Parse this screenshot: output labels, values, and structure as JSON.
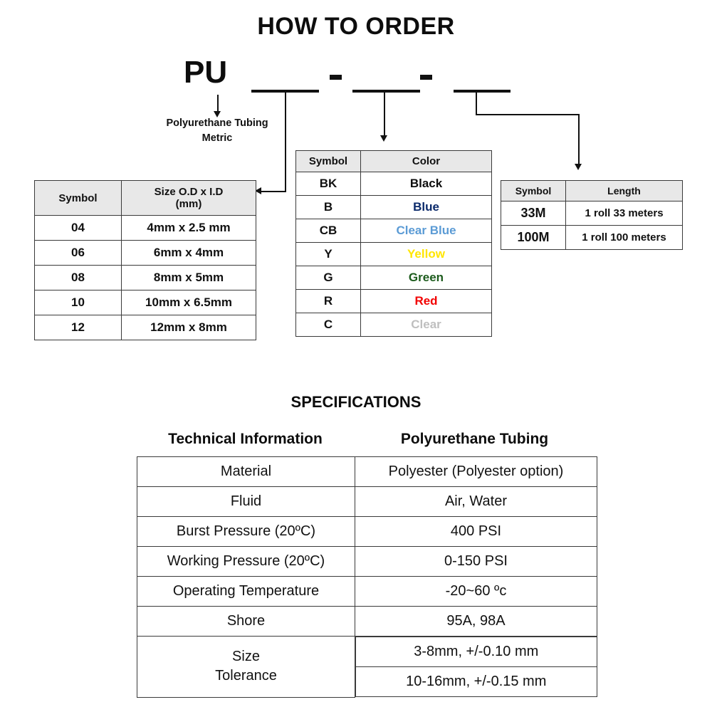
{
  "title": "HOW TO ORDER",
  "part_number": {
    "prefix": "PU",
    "separator": "-",
    "caption_line1": "Polyurethane Tubing",
    "caption_line2": "Metric"
  },
  "size_table": {
    "headers": [
      "Symbol",
      "Size O.D x I.D\n(mm)"
    ],
    "header_col1": "Symbol",
    "header_col2_line1": "Size O.D x I.D",
    "header_col2_line2": "(mm)",
    "rows": [
      {
        "symbol": "04",
        "size": "4mm x 2.5 mm"
      },
      {
        "symbol": "06",
        "size": "6mm x 4mm"
      },
      {
        "symbol": "08",
        "size": "8mm x 5mm"
      },
      {
        "symbol": "10",
        "size": "10mm x 6.5mm"
      },
      {
        "symbol": "12",
        "size": "12mm x 8mm"
      }
    ]
  },
  "color_table": {
    "header_col1": "Symbol",
    "header_col2": "Color",
    "rows": [
      {
        "symbol": "BK",
        "color": "Black",
        "hex": "#0d0d0d"
      },
      {
        "symbol": "B",
        "color": "Blue",
        "hex": "#0b2a6b"
      },
      {
        "symbol": "CB",
        "color": "Clear Blue",
        "hex": "#5b9bd5"
      },
      {
        "symbol": "Y",
        "color": "Yellow",
        "hex": "#ffe600"
      },
      {
        "symbol": "G",
        "color": "Green",
        "hex": "#1d5c1d"
      },
      {
        "symbol": "R",
        "color": "Red",
        "hex": "#f20000"
      },
      {
        "symbol": "C",
        "color": "Clear",
        "hex": "#bfbfbf"
      }
    ]
  },
  "length_table": {
    "header_col1": "Symbol",
    "header_col2": "Length",
    "rows": [
      {
        "symbol": "33M",
        "length": "1 roll 33 meters"
      },
      {
        "symbol": "100M",
        "length": "1 roll 100 meters"
      }
    ]
  },
  "specifications": {
    "title": "SPECIFICATIONS",
    "header_col1": "Technical Information",
    "header_col2": "Polyurethane Tubing",
    "rows": [
      {
        "label": "Material",
        "value": "Polyester (Polyester option)"
      },
      {
        "label": "Fluid",
        "value": "Air, Water"
      },
      {
        "label": "Burst Pressure (20ºC)",
        "value": "400 PSI"
      },
      {
        "label": "Working Pressure (20ºC)",
        "value": "0-150 PSI"
      },
      {
        "label": "Operating Temperature",
        "value": "-20~60 ºc"
      },
      {
        "label": "Shore",
        "value": "95A, 98A"
      }
    ],
    "tolerance_row": {
      "label_line1": "Size",
      "label_line2": "Tolerance",
      "value_line1": "3-8mm, +/-0.10 mm",
      "value_line2": "10-16mm, +/-0.15 mm"
    }
  }
}
